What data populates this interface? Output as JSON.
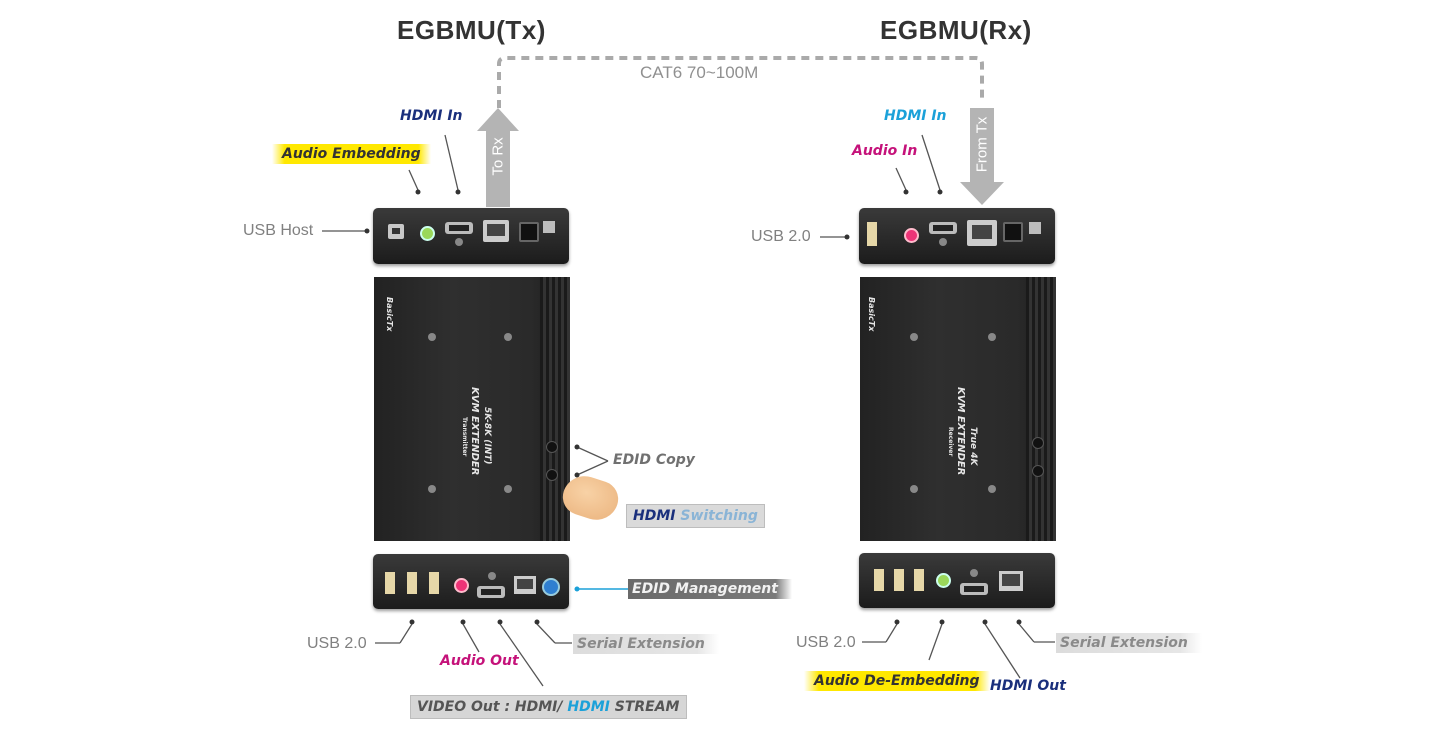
{
  "titles": {
    "tx": "EGBMU(Tx)",
    "rx": "EGBMU(Rx)"
  },
  "cable": "CAT6 70~100M",
  "arrows": {
    "to_rx": "To Rx",
    "from_tx": "From Tx"
  },
  "tx": {
    "top": {
      "hdmi_in": "HDMI In",
      "audio_embedding": "Audio Embedding",
      "usb_host": "USB Host"
    },
    "side": {
      "edid_copy": "EDID Copy",
      "hdmi_switching_a": "HDMI",
      "hdmi_switching_b": "Switching",
      "edid_management": "EDID Management"
    },
    "bottom": {
      "usb": "USB 2.0",
      "audio_out": "Audio Out",
      "serial": "Serial Extension",
      "video_out_a": "VIDEO Out : HDMI/",
      "video_out_b": "HDMI",
      "video_out_c": "STREAM"
    },
    "panel": {
      "model_line1": "5K-8K (INT)",
      "model_line2": "KVM EXTENDER",
      "model_line3": "Transmitter",
      "brand": "BasicTx"
    }
  },
  "rx": {
    "top": {
      "hdmi_in": "HDMI In",
      "audio_in": "Audio In",
      "usb": "USB 2.0"
    },
    "bottom": {
      "usb": "USB 2.0",
      "audio_de_embedding": "Audio De-Embedding",
      "hdmi_out": "HDMI Out",
      "serial": "Serial Extension"
    },
    "panel": {
      "model_line1": "True 4K",
      "model_line2": "KVM EXTENDER",
      "model_line3": "Receiver",
      "brand": "BasicTx"
    }
  },
  "colors": {
    "navy": "#1a2f7c",
    "cyan": "#1ba1d9",
    "magenta": "#c5127a",
    "gray": "#707070",
    "highlight": "#ffe800",
    "leader": "#555555",
    "edid_line": "#1ba1d9"
  }
}
